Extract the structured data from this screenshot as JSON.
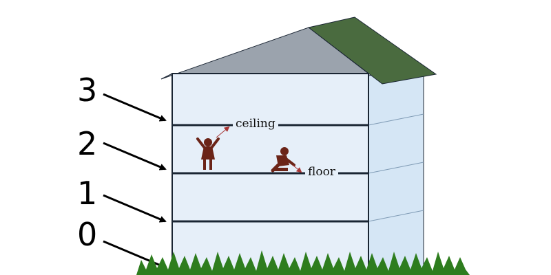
{
  "levels": [
    "0",
    "1",
    "2",
    "3"
  ],
  "labels": {
    "ceiling": "ceiling",
    "floor": "floor"
  },
  "colors": {
    "wall_front": "#e6eff9",
    "wall_side": "#d5e6f5",
    "roof_front": "#9ba3ad",
    "roof_side": "#4a6b3f",
    "outline": "#1a2533",
    "grass": "#2e7d1e",
    "person": "#6b2418",
    "pointer": "#a83434"
  },
  "icons": [
    "standing-person-icon",
    "kneeling-person-icon"
  ]
}
